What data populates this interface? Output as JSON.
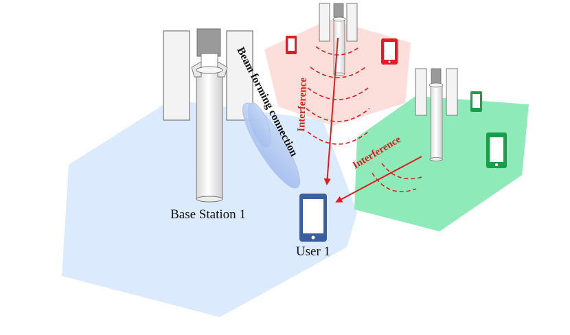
{
  "labels": {
    "base_station": "Base Station 1",
    "user": "User 1",
    "beam": "Beam forming connection",
    "interference_red": "Interference",
    "interference_green": "Interference"
  },
  "colors": {
    "blue_cell": "#dbeafc",
    "red_cell": "#fcdedb",
    "green_cell": "#8eeab8",
    "interference_red": "#e01b1b",
    "phone_blue": "#3a5f9e",
    "phone_red": "#e31b23",
    "phone_green": "#1a9e4a",
    "beam": "#b8cdf2"
  }
}
